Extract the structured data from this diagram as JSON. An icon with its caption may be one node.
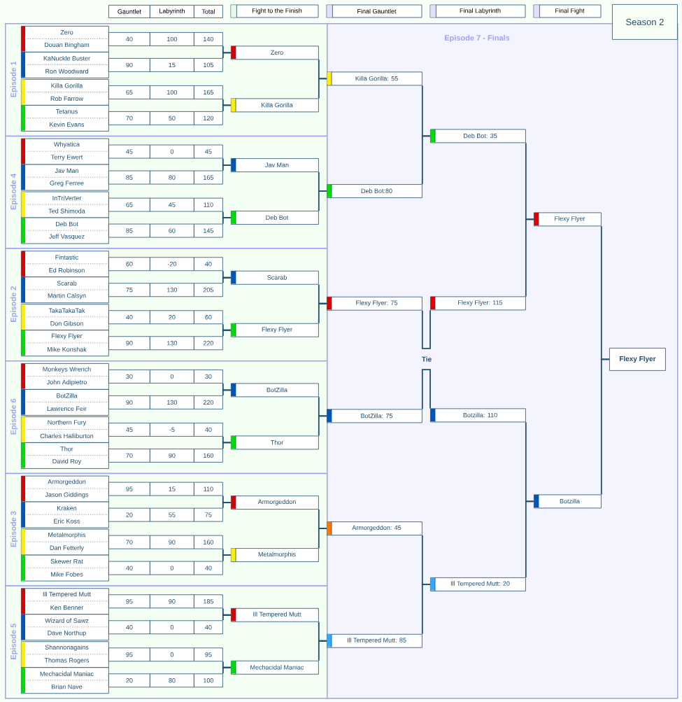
{
  "diagram": {
    "title": "Season 2",
    "nodes": [
      {
        "text": [
          "Episode 1"
        ]
      },
      {
        "text": [
          "Zero",
          "Douan Bingham"
        ],
        "in": 0
      },
      {
        "text": [
          "KaNuckle Buster",
          "Ron Woodward"
        ],
        "in": 0
      },
      {
        "text": [
          "Killa Gorilla",
          "Rob Farrow"
        ],
        "in": 0
      },
      {
        "text": [
          "Tetanus",
          "Kevin Evans"
        ],
        "in": 0
      },
      {
        "text": [
          "40"
        ],
        "in": 0
      },
      {
        "text": [
          "100"
        ],
        "in": 0
      },
      {
        "text": [
          "140"
        ],
        "in": 0
      },
      {
        "text": [
          "90"
        ],
        "in": 0
      },
      {
        "text": [
          "15"
        ],
        "in": 0
      },
      {
        "text": [
          "105"
        ],
        "in": 0
      },
      {
        "text": [
          "65"
        ],
        "in": 0
      },
      {
        "text": [
          "100"
        ],
        "in": 0
      },
      {
        "text": [
          "165"
        ],
        "in": 0
      },
      {
        "text": [
          "70"
        ],
        "in": 0
      },
      {
        "text": [
          "50"
        ],
        "in": 0
      },
      {
        "text": [
          "120"
        ],
        "in": 0
      },
      {
        "text": [
          "Zero"
        ],
        "in": 0
      },
      {
        "text": [
          "Killa Gorilla"
        ],
        "in": 0
      },
      {
        "text": [
          "Episode 4"
        ]
      },
      {
        "text": [
          "Whyatica",
          "Terry Ewert"
        ],
        "in": 19
      },
      {
        "text": [
          "Jav Man",
          "Greg Ferree"
        ],
        "in": 19
      },
      {
        "text": [
          "InTriVerter",
          "Ted Shimoda"
        ],
        "in": 19
      },
      {
        "text": [
          "Deb Bot",
          "Jeff Vasquez"
        ],
        "in": 19
      },
      {
        "text": [
          "45"
        ],
        "in": 19
      },
      {
        "text": [
          "0"
        ],
        "in": 19
      },
      {
        "text": [
          "45"
        ],
        "in": 19
      },
      {
        "text": [
          "85"
        ],
        "in": 19
      },
      {
        "text": [
          "80"
        ],
        "in": 19
      },
      {
        "text": [
          "165"
        ],
        "in": 19
      },
      {
        "text": [
          "65"
        ],
        "in": 19
      },
      {
        "text": [
          "45"
        ],
        "in": 19
      },
      {
        "text": [
          "110"
        ],
        "in": 19
      },
      {
        "text": [
          "85"
        ],
        "in": 19
      },
      {
        "text": [
          "60"
        ],
        "in": 19
      },
      {
        "text": [
          "145"
        ],
        "in": 19
      },
      {
        "text": [
          "Jav Man"
        ],
        "in": 19
      },
      {
        "text": [
          "Deb Bot"
        ],
        "in": 19
      },
      {
        "text": [
          "Episode 2"
        ]
      },
      {
        "text": [
          "Fintastic",
          "Ed Robinson"
        ],
        "in": 38
      },
      {
        "text": [
          "Scarab",
          "Martin Calsyn"
        ],
        "in": 38
      },
      {
        "text": [
          "TakaTakaTak",
          "Don Gibson"
        ],
        "in": 38
      },
      {
        "text": [
          "Flexy Flyer",
          "Mike Konshak"
        ],
        "in": 38
      },
      {
        "text": [
          "60"
        ],
        "in": 38
      },
      {
        "text": [
          "-20"
        ],
        "in": 38
      },
      {
        "text": [
          "40"
        ],
        "in": 38
      },
      {
        "text": [
          "75"
        ],
        "in": 38
      },
      {
        "text": [
          "130"
        ],
        "in": 38
      },
      {
        "text": [
          "205"
        ],
        "in": 38
      },
      {
        "text": [
          "40"
        ],
        "in": 38
      },
      {
        "text": [
          "20"
        ],
        "in": 38
      },
      {
        "text": [
          "60"
        ],
        "in": 38
      },
      {
        "text": [
          "90"
        ],
        "in": 38
      },
      {
        "text": [
          "130"
        ],
        "in": 38
      },
      {
        "text": [
          "220"
        ],
        "in": 38
      },
      {
        "text": [
          "Scarab"
        ],
        "in": 38
      },
      {
        "text": [
          "Flexy Flyer"
        ],
        "in": 38
      },
      {
        "text": [
          "Episode 6"
        ]
      },
      {
        "text": [
          "Monkeys Wrench",
          "John Adipietro"
        ],
        "in": 57
      },
      {
        "text": [
          "BotZilla",
          "Lawrence Feir"
        ],
        "in": 57
      },
      {
        "text": [
          "Northern Fury",
          "Charles Halliburton"
        ],
        "in": 57
      },
      {
        "text": [
          "Thor",
          "David Roy"
        ],
        "in": 57
      },
      {
        "text": [
          "30"
        ],
        "in": 57
      },
      {
        "text": [
          "0"
        ],
        "in": 57
      },
      {
        "text": [
          "30"
        ],
        "in": 57
      },
      {
        "text": [
          "90"
        ],
        "in": 57
      },
      {
        "text": [
          "130"
        ],
        "in": 57
      },
      {
        "text": [
          "220"
        ],
        "in": 57
      },
      {
        "text": [
          "45"
        ],
        "in": 57
      },
      {
        "text": [
          "-5"
        ],
        "in": 57
      },
      {
        "text": [
          "40"
        ],
        "in": 57
      },
      {
        "text": [
          "70"
        ],
        "in": 57
      },
      {
        "text": [
          "90"
        ],
        "in": 57
      },
      {
        "text": [
          "160"
        ],
        "in": 57
      },
      {
        "text": [
          "BotZilla"
        ],
        "in": 57
      },
      {
        "text": [
          "Thor"
        ],
        "in": 57
      },
      {
        "text": [
          "Episode 3"
        ]
      },
      {
        "text": [
          "Armorgeddon",
          "Jason Giddings"
        ],
        "in": 76
      },
      {
        "text": [
          "Kraken",
          "Eric Koss"
        ],
        "in": 76
      },
      {
        "text": [
          "Metalmorphis",
          "Dan Fetterly"
        ],
        "in": 76
      },
      {
        "text": [
          "Skewer Rat",
          "Mike Fobes"
        ],
        "in": 76
      },
      {
        "text": [
          "95"
        ],
        "in": 76
      },
      {
        "text": [
          "15"
        ],
        "in": 76
      },
      {
        "text": [
          "110"
        ],
        "in": 76
      },
      {
        "text": [
          "20"
        ],
        "in": 76
      },
      {
        "text": [
          "55"
        ],
        "in": 76
      },
      {
        "text": [
          "75"
        ],
        "in": 76
      },
      {
        "text": [
          "70"
        ],
        "in": 76
      },
      {
        "text": [
          "90"
        ],
        "in": 76
      },
      {
        "text": [
          "160"
        ],
        "in": 76
      },
      {
        "text": [
          "40"
        ],
        "in": 76
      },
      {
        "text": [
          "0"
        ],
        "in": 76
      },
      {
        "text": [
          "40"
        ],
        "in": 76
      },
      {
        "text": [
          "Armorgeddon"
        ],
        "in": 76
      },
      {
        "text": [
          "Metalmorphis"
        ],
        "in": 76
      },
      {
        "text": [
          "Episode 5"
        ]
      },
      {
        "text": [
          "Ill Tempered Mutt",
          "Ken Benner"
        ],
        "in": 95
      },
      {
        "text": [
          "Wizard of Sawz",
          "Dave Northup"
        ],
        "in": 95
      },
      {
        "text": [
          "Shannonagains",
          "Thomas Rogers"
        ],
        "in": 95
      },
      {
        "text": [
          "Mechacidal Maniac",
          "Brian Nave"
        ],
        "in": 95
      },
      {
        "text": [
          "95"
        ],
        "in": 95
      },
      {
        "text": [
          "90"
        ],
        "in": 95
      },
      {
        "text": [
          "185"
        ],
        "in": 95
      },
      {
        "text": [
          "40"
        ],
        "in": 95
      },
      {
        "text": [
          "0"
        ],
        "in": 95
      },
      {
        "text": [
          "40"
        ],
        "in": 95
      },
      {
        "text": [
          "95"
        ],
        "in": 95
      },
      {
        "text": [
          "0"
        ],
        "in": 95
      },
      {
        "text": [
          "95"
        ],
        "in": 95
      },
      {
        "text": [
          "20"
        ],
        "in": 95
      },
      {
        "text": [
          "80"
        ],
        "in": 95
      },
      {
        "text": [
          "100"
        ],
        "in": 95
      },
      {
        "text": [
          "Ill Tempered Mutt"
        ],
        "in": 95
      },
      {
        "text": [
          "Mechacidal Maniac"
        ],
        "in": 95
      },
      {
        "text": [
          "Episode 7 - Finals"
        ]
      },
      {
        "text": [
          "Killa Gorilla: 55"
        ],
        "in": 114
      },
      {
        "text": [
          "Deb Bot:80"
        ],
        "in": 114
      },
      {
        "text": [
          "Flexy Flyer: 75"
        ],
        "in": 114
      },
      {
        "text": [
          "BotZilla: 75"
        ],
        "in": 114
      },
      {
        "text": [
          "Armorgeddon: 45"
        ],
        "in": 114
      },
      {
        "text": [
          "Ill Tempered Mutt: 85"
        ],
        "in": 114
      },
      {
        "text": [
          "Deb Bot: 35"
        ],
        "in": 114
      },
      {
        "text": [
          "Flexy Flyer: 115"
        ],
        "in": 114
      },
      {
        "text": [
          "Tie"
        ],
        "in": 114
      },
      {
        "text": [
          "Botzilla: 110"
        ],
        "in": 114
      },
      {
        "text": [
          "Ill Tempered Mutt: 20"
        ],
        "in": 114
      },
      {
        "text": [
          "Flexy Flyer"
        ],
        "in": 114
      },
      {
        "text": [
          "Botzilla"
        ],
        "in": 114
      },
      {
        "text": [
          "Flexy Flyer"
        ],
        "in": 114
      },
      {
        "text": [
          "Gauntlet"
        ]
      },
      {
        "text": [
          "Labyrinth"
        ]
      },
      {
        "text": [
          "Total"
        ]
      }
    ],
    "edges": [
      {
        "from": 7,
        "to": 17,
        "arrow": "none"
      },
      {
        "from": 10,
        "to": 17,
        "arrow": "none"
      },
      {
        "from": 13,
        "to": 18,
        "arrow": "none"
      },
      {
        "from": 16,
        "to": 18,
        "arrow": "none"
      },
      {
        "from": 17,
        "to": 115,
        "arrow": "none"
      },
      {
        "from": 18,
        "to": 115,
        "arrow": "none"
      },
      {
        "from": 26,
        "to": 36,
        "arrow": "none"
      },
      {
        "from": 29,
        "to": 36,
        "arrow": "none"
      },
      {
        "from": 32,
        "to": 37,
        "arrow": "none"
      },
      {
        "from": 35,
        "to": 37,
        "arrow": "none"
      },
      {
        "from": 36,
        "to": 116,
        "arrow": "none"
      },
      {
        "from": 37,
        "to": 116,
        "arrow": "none"
      },
      {
        "from": 45,
        "to": 55,
        "arrow": "none"
      },
      {
        "from": 48,
        "to": 55,
        "arrow": "none"
      },
      {
        "from": 51,
        "to": 56,
        "arrow": "none"
      },
      {
        "from": 54,
        "to": 56,
        "arrow": "none"
      },
      {
        "from": 55,
        "to": 117,
        "arrow": "none"
      },
      {
        "from": 56,
        "to": 117,
        "arrow": "none"
      },
      {
        "from": 64,
        "to": 74,
        "arrow": "none"
      },
      {
        "from": 67,
        "to": 74,
        "arrow": "none"
      },
      {
        "from": 70,
        "to": 75,
        "arrow": "none"
      },
      {
        "from": 73,
        "to": 75,
        "arrow": "none"
      },
      {
        "from": 74,
        "to": 118,
        "arrow": "none"
      },
      {
        "from": 75,
        "to": 118,
        "arrow": "none"
      },
      {
        "from": 83,
        "to": 93,
        "arrow": "none"
      },
      {
        "from": 86,
        "to": 93,
        "arrow": "none"
      },
      {
        "from": 89,
        "to": 94,
        "arrow": "none"
      },
      {
        "from": 92,
        "to": 94,
        "arrow": "none"
      },
      {
        "from": 93,
        "to": 119,
        "arrow": "none"
      },
      {
        "from": 94,
        "to": 119,
        "arrow": "none"
      },
      {
        "from": 102,
        "to": 112,
        "arrow": "none"
      },
      {
        "from": 105,
        "to": 112,
        "arrow": "none"
      },
      {
        "from": 108,
        "to": 113,
        "arrow": "none"
      },
      {
        "from": 111,
        "to": 113,
        "arrow": "none"
      },
      {
        "from": 112,
        "to": 120,
        "arrow": "none"
      },
      {
        "from": 113,
        "to": 120,
        "arrow": "none"
      },
      {
        "from": 115,
        "to": 121,
        "arrow": "none"
      },
      {
        "from": 116,
        "to": 121,
        "arrow": "none"
      },
      {
        "from": 117,
        "to": 123,
        "arrow": "none"
      },
      {
        "from": 118,
        "to": 123,
        "arrow": "none"
      },
      {
        "from": 123,
        "to": 122,
        "arrow": "none"
      },
      {
        "from": 123,
        "to": 124,
        "arrow": "none"
      },
      {
        "from": 119,
        "to": 125,
        "arrow": "none"
      },
      {
        "from": 120,
        "to": 125,
        "arrow": "none"
      },
      {
        "from": 121,
        "to": 126,
        "arrow": "none"
      },
      {
        "from": 122,
        "to": 126,
        "arrow": "none"
      },
      {
        "from": 124,
        "to": 127,
        "arrow": "none"
      },
      {
        "from": 125,
        "to": 127,
        "arrow": "none"
      },
      {
        "from": 126,
        "to": 128,
        "arrow": "none"
      },
      {
        "from": 127,
        "to": 128,
        "arrow": "none"
      }
    ],
    "legend": [
      {
        "text": "Fight to the Finish",
        "color": "#e6f8e6"
      },
      {
        "text": "Final Gauntlet",
        "color": "#e0e0f8"
      },
      {
        "text": "Final Labyrinth",
        "color": "#e0e0f8"
      },
      {
        "text": "Final Fight",
        "color": "#e0e0f8"
      }
    ]
  }
}
